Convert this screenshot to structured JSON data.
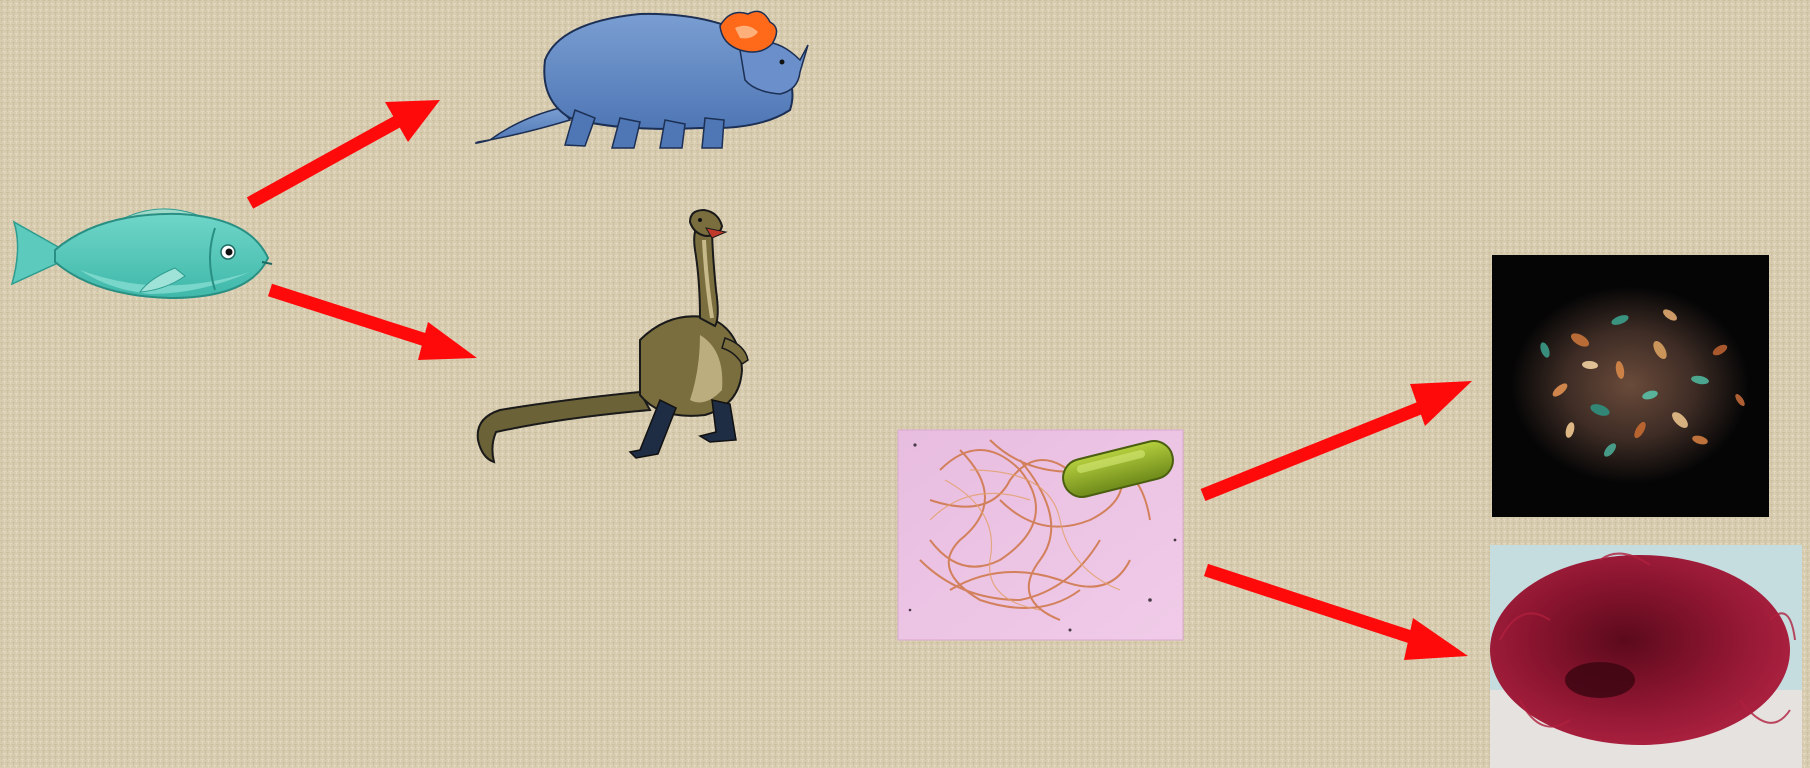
{
  "slide": {
    "background": "linen-canvas-texture",
    "background_color": "#d9cdb2",
    "arrow_color": "#ff0a0a"
  },
  "items": {
    "fish": "fish-illustration",
    "ceratopsian_dinosaur": "horned-dinosaur-illustration",
    "ornithomimid_dinosaur": "bipedal-dinosaur-illustration",
    "bacterium": "flagellated-bacterium-micrograph",
    "bacterial_colony": "bacterial-colony-micrograph",
    "red_algae": "red-filamentous-mass-photo"
  },
  "arrows": [
    {
      "from": "fish",
      "to": "ceratopsian_dinosaur"
    },
    {
      "from": "fish",
      "to": "ornithomimid_dinosaur"
    },
    {
      "from": "bacterium",
      "to": "bacterial_colony"
    },
    {
      "from": "bacterium",
      "to": "red_algae"
    }
  ]
}
